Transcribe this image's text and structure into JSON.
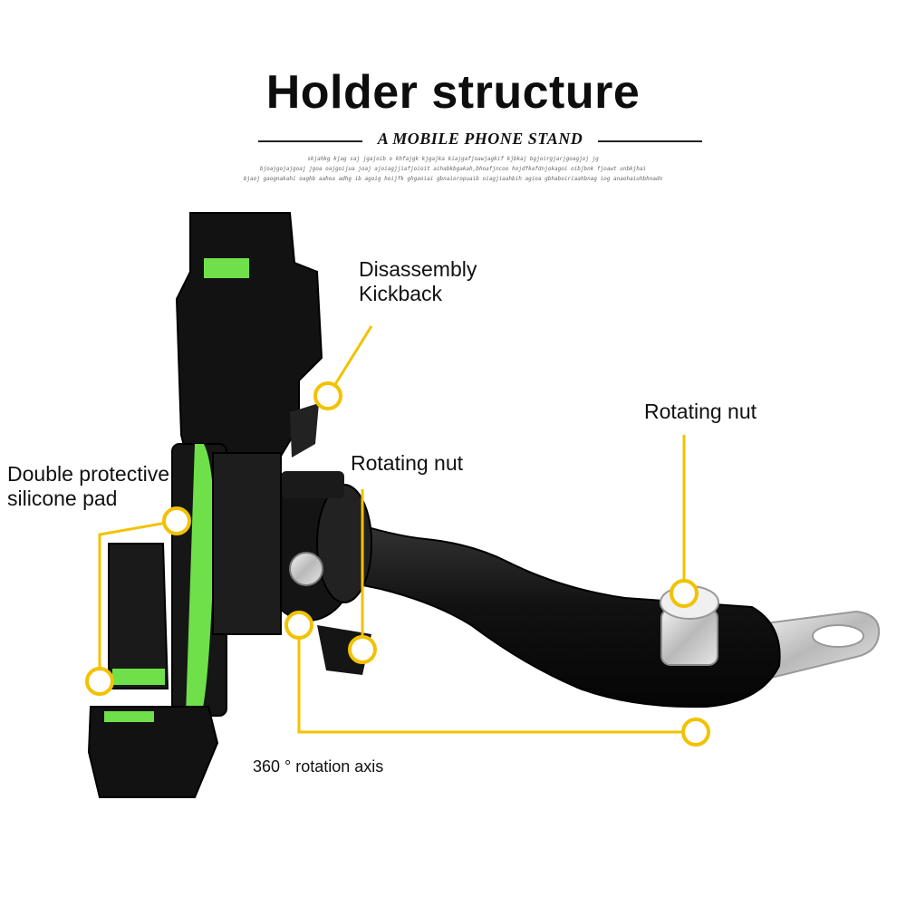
{
  "header": {
    "title": "Holder structure",
    "subtitle": "A MOBILE PHONE STAND",
    "filler_lines": [
      "skjahkg kjag saj jgajoib o khfajgk kjgajka kiajgafjoawjagkif  kjbkaj bgjoirgjarjgoagjoj jg",
      "bjoajgojajgoaj jgoa oajgoijua joaj ajoiagjjiafjoioit aihabkbgakah,bhoafjncoo hojdfkafdnjokagoi oibjbnk fjoawt unbkjhai",
      "bjaoj gaognakahi oaghb  aahoa  adhg ib agoig hoijfk ghgaoiai gbnaioropuaib oiagjiaahbih agioa gbhaboiriaahbnag iog anaohaiuhbhnadn"
    ]
  },
  "callouts": {
    "kickback": "Disassembly\nKickback",
    "silicone_pad": "Double protective\nsilicone pad",
    "rotating_nut_center": "Rotating nut",
    "rotating_nut_right": "Rotating nut",
    "rotation_axis": "360 ° rotation axis"
  },
  "colors": {
    "callout": "#f2c200",
    "holder_body": "#121212",
    "silicone_pad": "#6fe04a",
    "metal": "#c8c8c8"
  }
}
